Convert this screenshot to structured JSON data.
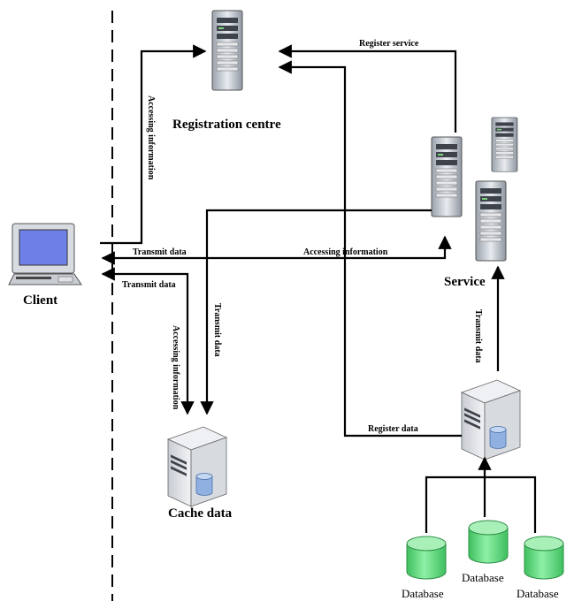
{
  "nodes": {
    "registration": "Registration centre",
    "service": "Service",
    "client": "Client",
    "cache": "Cache data",
    "databases": [
      "Database",
      "Database",
      "Database"
    ]
  },
  "edges": {
    "register_service": "Register service",
    "accessing_information_top": "Accessing information",
    "transmit_data_1": "Transmit data",
    "accessing_information_mid": "Accessing information",
    "transmit_data_2": "Transmit data",
    "accessing_information_cache": "Accessing information",
    "transmit_data_cache": "Transmit data",
    "transmit_data_service": "Transmit data",
    "register_data": "Register data"
  },
  "colors": {
    "line": "#000000",
    "server_body": "#d9dde3",
    "server_dark": "#4a4f58",
    "database_fill": "#6fe08a",
    "database_top": "#a8f0b8",
    "monitor_screen": "#6f7fe8",
    "cylinder_blue": "#8fb0e0"
  },
  "icons": [
    "server-icon",
    "computer-icon",
    "database-icon",
    "cache-server-icon"
  ]
}
